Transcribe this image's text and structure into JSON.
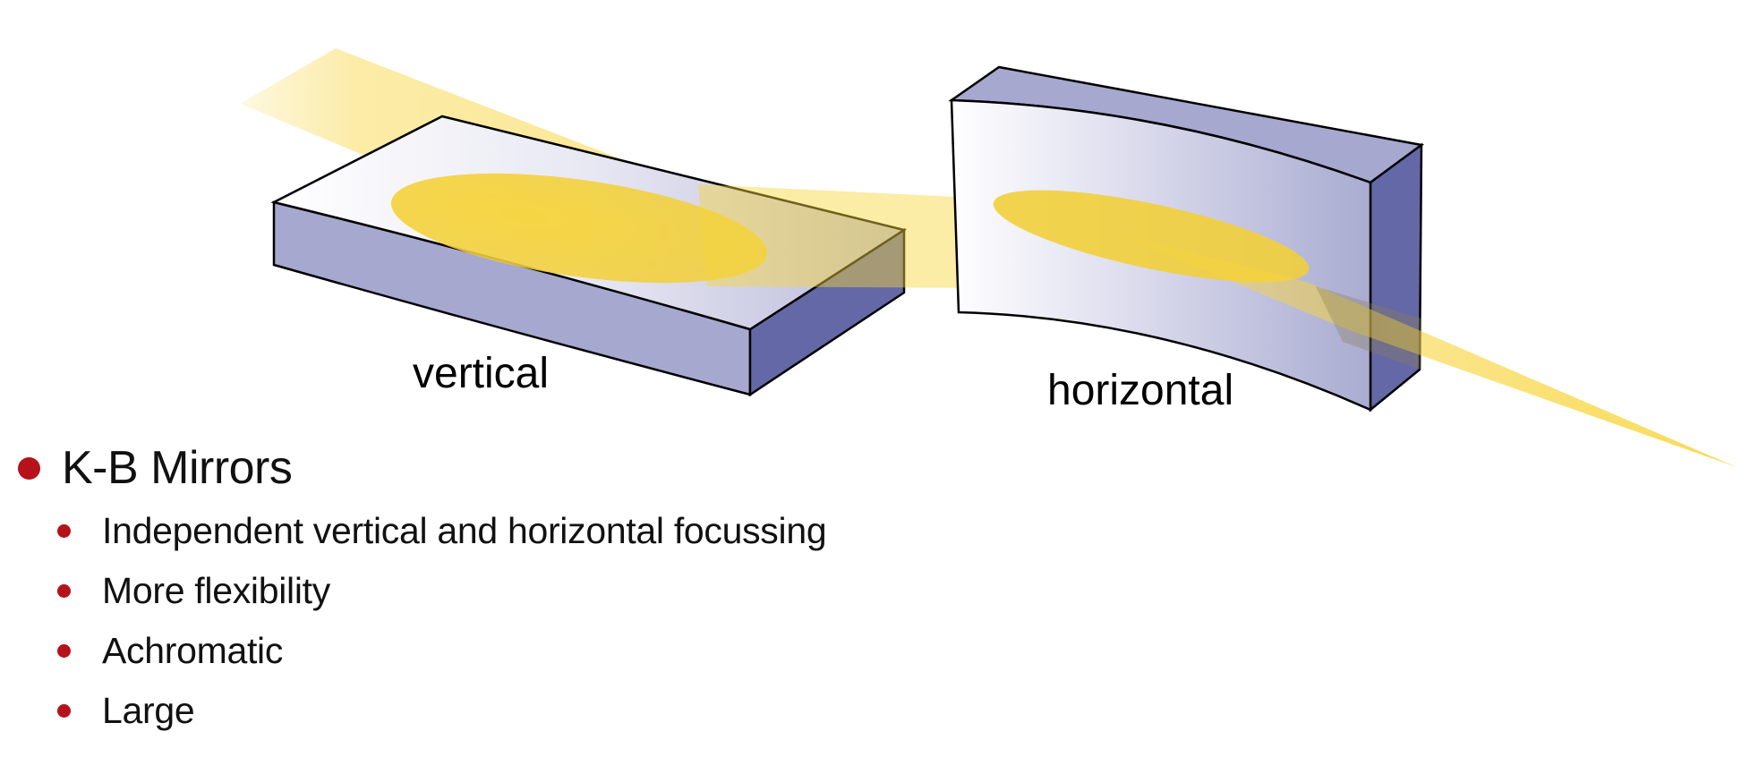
{
  "diagram": {
    "mirrors": {
      "vertical_label": "vertical",
      "horizontal_label": "horizontal"
    },
    "colors": {
      "beam": "#f7d43a",
      "mirror_face": "#a6a8cf",
      "mirror_side": "#6468a6",
      "mirror_surface_light": "#f4f4fb",
      "bullet": "#b5121b"
    }
  },
  "bullets": {
    "main": "K-B Mirrors",
    "items": [
      "Independent vertical and horizontal focussing",
      "More flexibility",
      "Achromatic",
      "Large"
    ]
  }
}
